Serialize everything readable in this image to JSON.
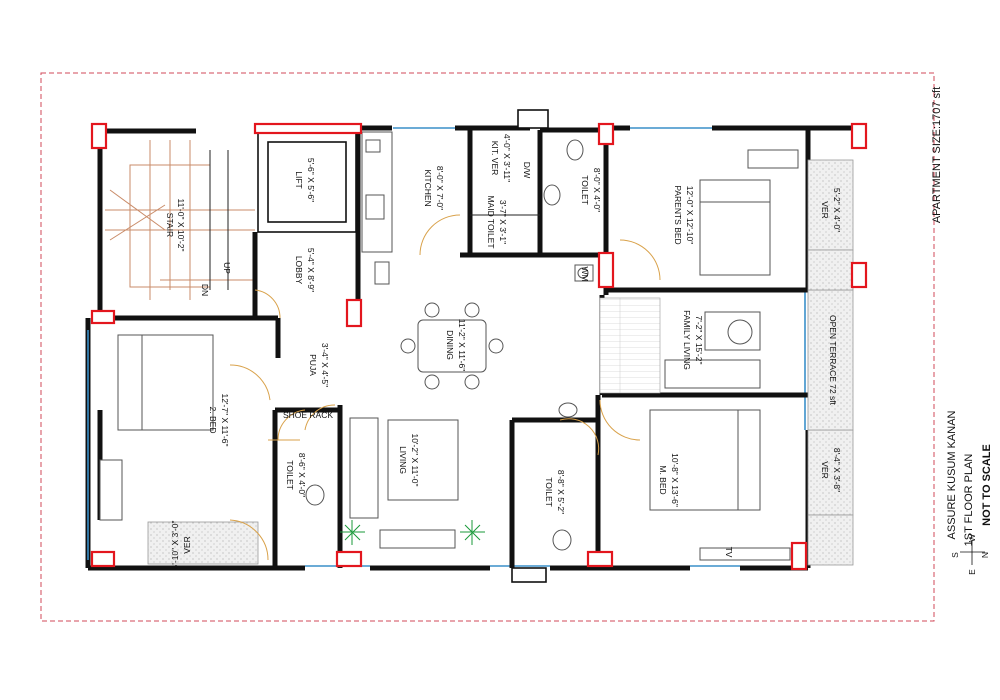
{
  "apartment_size": "APARTMENT SIZE:1707 sft",
  "title": {
    "name": "ASSURE KUSUM KANAN",
    "floor": "1ST FLOOR PLAN",
    "scale": "NOT TO SCALE"
  },
  "compass": {
    "n": "N",
    "e": "E",
    "s": "S",
    "w": "W"
  },
  "rooms": {
    "stair_name": "STAIR",
    "stair_size": "11'-0\" X 10'-2\"",
    "stair_up": "UP",
    "stair_dn": "DN",
    "lift_name": "LIFT",
    "lift_size": "5'-6\" X 5'-6\"",
    "lobby_name": "LOBBY",
    "lobby_size": "5'-4\" X 8'-9\"",
    "kitchen_name": "KITCHEN",
    "kitchen_size": "8'-0\" X 7'-0\"",
    "kitver_name": "KIT. VER",
    "kitver_size": "4'-0\" X 3'-11\"",
    "dw": "D/W",
    "maid_name": "MAID TOILET",
    "maid_size": "3'-7\" X 3'-1\"",
    "toilet1_name": "TOILET",
    "toilet1_size": "8'-0\" X 4'-0\"",
    "wm": "WM",
    "parents_name": "PARENTS BED",
    "parents_size": "12'-0\" X 12'-10\"",
    "ver1_name": "VER",
    "ver1_size": "5'-2\" X 4'-0\"",
    "dining_name": "DINING",
    "dining_size": "11'-2\" X 11'-6\"",
    "family_name": "FAMILY LIVING",
    "family_size": "7'-2\" X 15'-2\"",
    "terrace": "OPEN TERRACE 72 sft",
    "puja_name": "PUJA",
    "puja_size": "3'-4\" X 4'-5\"",
    "shoe_rack": "SHOE RACK",
    "bed2_name": "2. BED",
    "bed2_size": "12'-7\" X 11'-6\"",
    "toilet2_name": "TOILET",
    "toilet2_size": "8'-6\" X 4'-0\"",
    "living_name": "LIVING",
    "living_size": "10'-2\" X 11'-0\"",
    "toilet3_name": "TOILET",
    "toilet3_size": "8'-8\" X 5'-2\"",
    "mbed_name": "M. BED",
    "mbed_size": "10'-8\" X 13'-6\"",
    "ver2_name": "VER",
    "ver2_size": "8'-4\" X 3'-8\"",
    "ver3_name": "VER",
    "ver3_size": "6'-10\" X 3'-0\"",
    "tv": "TV"
  }
}
